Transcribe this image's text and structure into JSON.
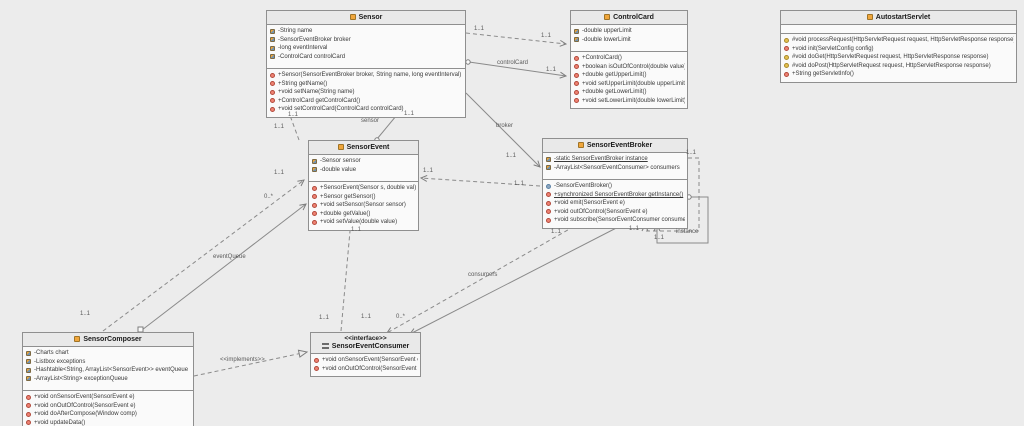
{
  "classes": [
    {
      "title": "Sensor",
      "stereotype": "",
      "fields": [
        {
          "icon": "field-icon",
          "text": "-String name"
        },
        {
          "icon": "field-icon",
          "text": "-SensorEventBroker broker"
        },
        {
          "icon": "field-icon",
          "text": "-long eventInterval"
        },
        {
          "icon": "field-icon",
          "text": "-ControlCard controlCard"
        }
      ],
      "methods": [
        {
          "icon": "public-method-icon",
          "text": "+Sensor(SensorEventBroker broker, String name, long eventInterval)"
        },
        {
          "icon": "public-method-icon",
          "text": "+String getName()"
        },
        {
          "icon": "public-method-icon",
          "text": "+void setName(String name)"
        },
        {
          "icon": "public-method-icon",
          "text": "+ControlCard getControlCard()"
        },
        {
          "icon": "public-method-icon",
          "text": "+void setControlCard(ControlCard controlCard)"
        }
      ]
    },
    {
      "title": "ControlCard",
      "stereotype": "",
      "fields": [
        {
          "icon": "field-icon",
          "text": "-double upperLimit"
        },
        {
          "icon": "field-icon",
          "text": "-double lowerLimit"
        }
      ],
      "methods": [
        {
          "icon": "public-method-icon",
          "text": "+ControlCard()"
        },
        {
          "icon": "public-method-icon",
          "text": "+boolean isOutOfControl(double value)"
        },
        {
          "icon": "public-method-icon",
          "text": "+double getUpperLimit()"
        },
        {
          "icon": "public-method-icon",
          "text": "+void setUpperLimit(double upperLimit)"
        },
        {
          "icon": "public-method-icon",
          "text": "+double getLowerLimit()"
        },
        {
          "icon": "public-method-icon",
          "text": "+void setLowerLimit(double lowerLimit)"
        }
      ]
    },
    {
      "title": "AutostartServlet",
      "stereotype": "",
      "fields": [],
      "methods": [
        {
          "icon": "protected-method-icon",
          "text": "#void processRequest(HttpServletRequest request, HttpServletResponse response)"
        },
        {
          "icon": "public-method-icon",
          "text": "+void init(ServletConfig config)"
        },
        {
          "icon": "protected-method-icon",
          "text": "#void doGet(HttpServletRequest request, HttpServletResponse response)"
        },
        {
          "icon": "protected-method-icon",
          "text": "#void doPost(HttpServletRequest request, HttpServletResponse response)"
        },
        {
          "icon": "public-method-icon",
          "text": "+String getServletInfo()"
        }
      ]
    },
    {
      "title": "SensorEvent",
      "stereotype": "",
      "fields": [
        {
          "icon": "field-icon",
          "text": "-Sensor sensor"
        },
        {
          "icon": "field-icon",
          "text": "-double value"
        }
      ],
      "methods": [
        {
          "icon": "public-method-icon",
          "text": "+SensorEvent(Sensor s, double val)"
        },
        {
          "icon": "public-method-icon",
          "text": "+Sensor getSensor()"
        },
        {
          "icon": "public-method-icon",
          "text": "+void setSensor(Sensor sensor)"
        },
        {
          "icon": "public-method-icon",
          "text": "+double getValue()"
        },
        {
          "icon": "public-method-icon",
          "text": "+void setValue(double value)"
        }
      ]
    },
    {
      "title": "SensorEventBroker",
      "stereotype": "",
      "fields": [
        {
          "icon": "field-icon",
          "text": "-static SensorEventBroker instance",
          "underline": true
        },
        {
          "icon": "field-icon",
          "text": "-ArrayList<SensorEventConsumer> consumers"
        }
      ],
      "methods": [
        {
          "icon": "private-method-icon",
          "text": "-SensorEventBroker()"
        },
        {
          "icon": "public-method-icon",
          "text": "+synchronized SensorEventBroker getInstance()",
          "underline": true
        },
        {
          "icon": "public-method-icon",
          "text": "+void emit(SensorEvent e)"
        },
        {
          "icon": "public-method-icon",
          "text": "+void outOfControl(SensorEvent e)"
        },
        {
          "icon": "public-method-icon",
          "text": "+void subscribe(SensorEventConsumer consumer)"
        }
      ]
    },
    {
      "title": "SensorComposer",
      "stereotype": "",
      "fields": [
        {
          "icon": "field-icon",
          "text": "-Charts chart"
        },
        {
          "icon": "field-icon",
          "text": "-Listbox exceptions"
        },
        {
          "icon": "field-icon",
          "text": "-Hashtable<String, ArrayList<SensorEvent>> eventQueue"
        },
        {
          "icon": "field-icon",
          "text": "-ArrayList<String> exceptionQueue"
        }
      ],
      "methods": [
        {
          "icon": "public-method-icon",
          "text": "+void onSensorEvent(SensorEvent e)"
        },
        {
          "icon": "public-method-icon",
          "text": "+void onOutOfControl(SensorEvent e)"
        },
        {
          "icon": "public-method-icon",
          "text": "+void doAfterCompose(Window comp)"
        },
        {
          "icon": "public-method-icon",
          "text": "+void updateData()"
        }
      ]
    },
    {
      "title": "SensorEventConsumer",
      "stereotype": "<<interface>>",
      "fields": [],
      "methods": [
        {
          "icon": "public-method-icon",
          "text": "+void onSensorEvent(SensorEvent e)"
        },
        {
          "icon": "public-method-icon",
          "text": "+void onOutOfControl(SensorEvent e)"
        }
      ]
    }
  ],
  "edge_labels": [
    {
      "text": "1..1"
    },
    {
      "text": "1..1"
    },
    {
      "text": "controlCard"
    },
    {
      "text": "1..1"
    },
    {
      "text": "sensor"
    },
    {
      "text": "1..1"
    },
    {
      "text": "1..1"
    },
    {
      "text": "1..1"
    },
    {
      "text": "broker"
    },
    {
      "text": "1..1"
    },
    {
      "text": "1..1"
    },
    {
      "text": "1..1"
    },
    {
      "text": "1..1"
    },
    {
      "text": "1..1"
    },
    {
      "text": "instance"
    },
    {
      "text": "1..1"
    },
    {
      "text": "consumers"
    },
    {
      "text": "1..1"
    },
    {
      "text": "1..1"
    },
    {
      "text": "0..*"
    },
    {
      "text": "1..1"
    },
    {
      "text": "1..1"
    },
    {
      "text": "eventQueue"
    },
    {
      "text": "1..1"
    },
    {
      "text": "1..1"
    },
    {
      "text": "0..*"
    },
    {
      "text": "<<implements>>"
    }
  ]
}
